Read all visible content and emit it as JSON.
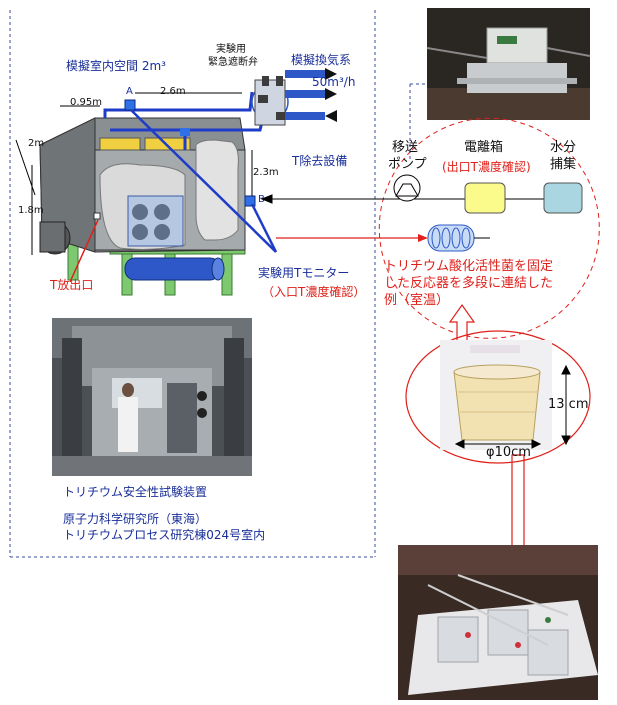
{
  "left_panel": {
    "room_volume": "模擬室内空間 2m³",
    "emergency_valve": [
      "実験用",
      "緊急遮断弁"
    ],
    "exhaust_system": "模擬換気系",
    "exhaust_rate": "50m³/h",
    "dim_095": "0.95m",
    "dim_26": "2.6m",
    "dim_2m": "2m",
    "dim_18m": "1.8m",
    "dim_23m": "2.3m",
    "point_a": "A",
    "point_b": "B",
    "t_removal": "T除去設備",
    "t_release": "T放出口",
    "t_monitor": "実験用Tモニター",
    "inlet_t_check": "（入口T濃度確認）",
    "apparatus_name": "トリチウム安全性試験装置",
    "institute": "原子力科学研究所（東海）",
    "building_room": "トリチウムプロセス研究棟024号室内"
  },
  "right_panel": {
    "transfer_pump": [
      "移送",
      "ポンプ"
    ],
    "electrolysis_box": "電離箱",
    "outlet_t_check": "(出口T濃度確認)",
    "moisture_trap": [
      "水分",
      "捕集"
    ],
    "reactor_note": [
      "トリチウム酸化活性菌を固定",
      "した反応器を多段に連結した",
      "例（室温）"
    ],
    "height_13cm": "13  cm",
    "diameter_10cm": "φ10cm"
  },
  "colors": {
    "blue_text": "#1a2f9a",
    "red_text": "#e0201a",
    "dash_frame": "#3a4aa0",
    "red_dash": "#e0201a",
    "pipe_blue": "#1e3cc8",
    "yellow_box": "#fbfb8c",
    "teal_box": "#a9d6e0"
  }
}
